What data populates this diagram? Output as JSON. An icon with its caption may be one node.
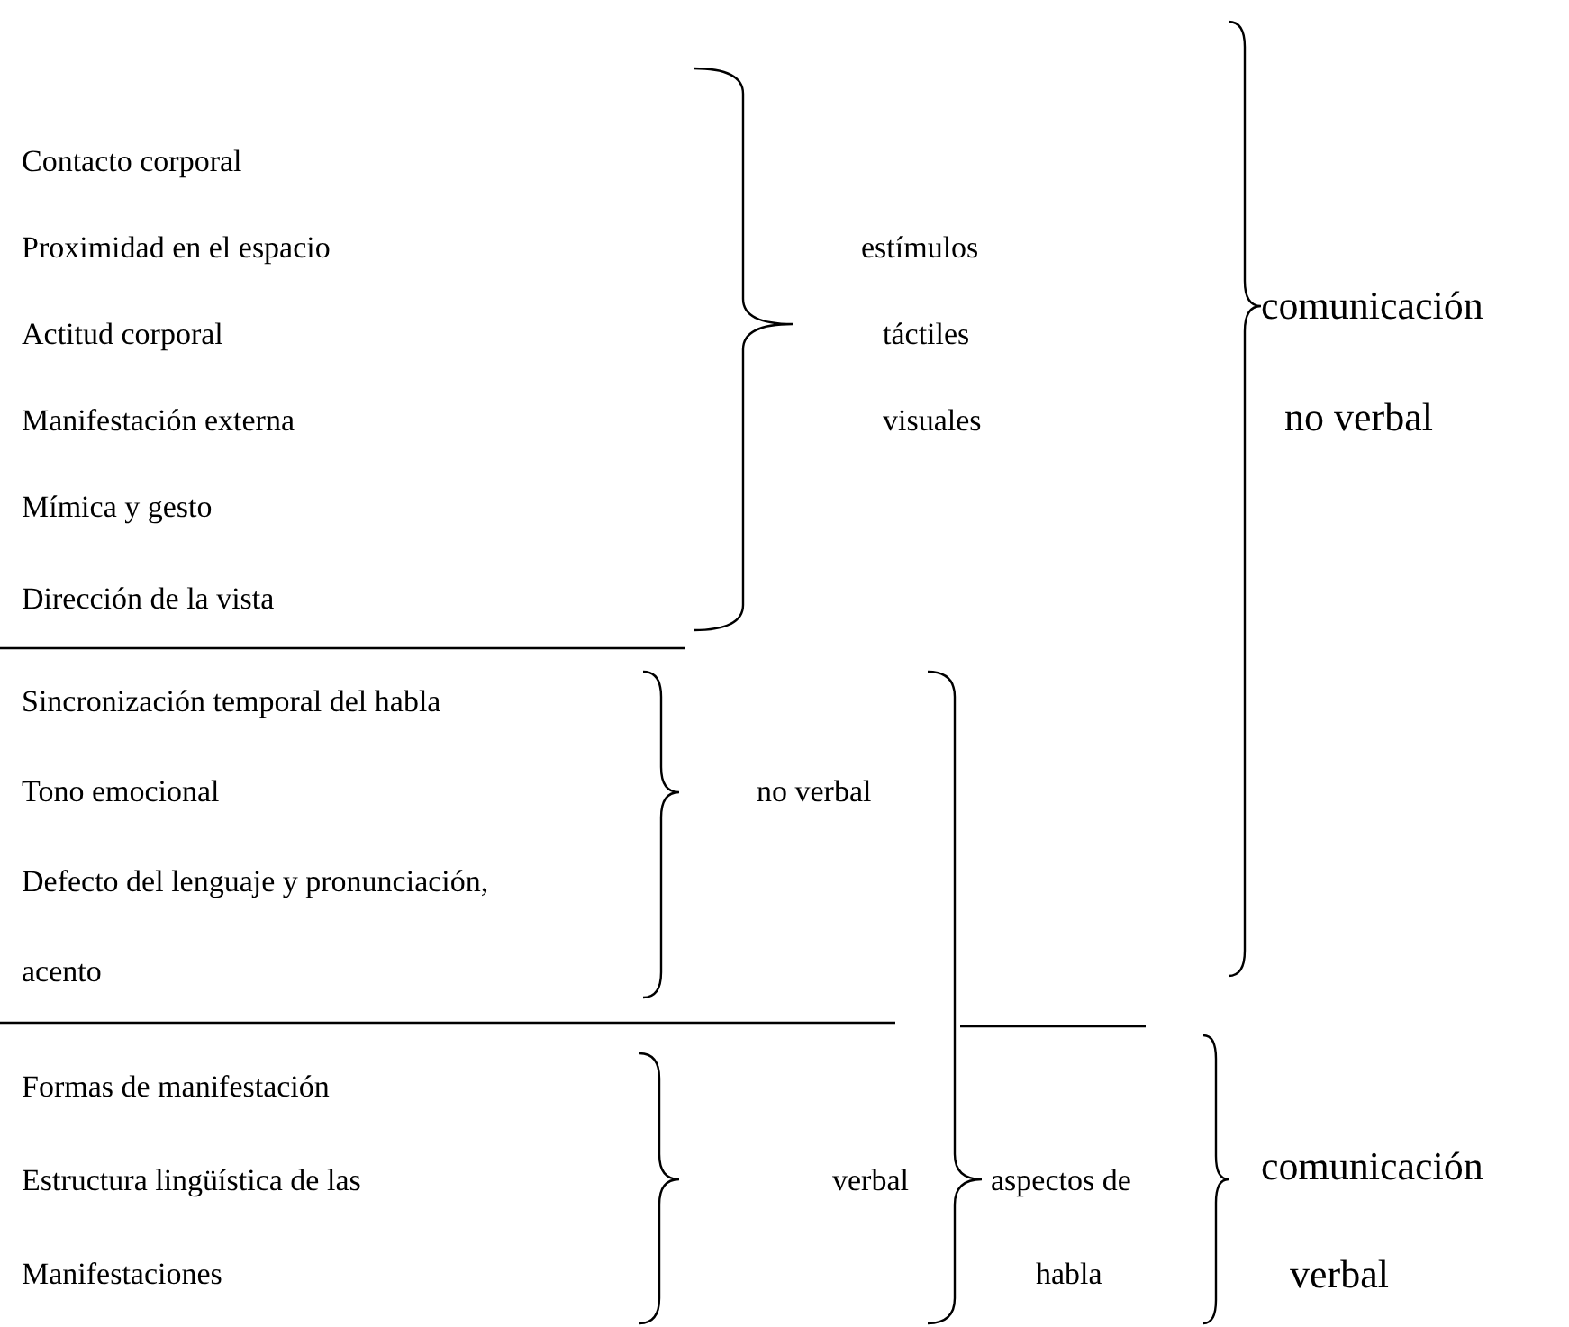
{
  "diagram": {
    "labels": [
      "Contacto corporal",
      "Proximidad en el espacio",
      "estímulos",
      "comunicación",
      "Actitud corporal",
      "táctiles",
      "Manifestación externa",
      "visuales",
      "no verbal",
      "Mímica y gesto",
      "Dirección de la vista",
      "Sincronización temporal del habla",
      "Tono emocional",
      "no verbal",
      "Defecto del lenguaje y pronunciación,",
      "acento",
      "Formas de manifestación",
      "comunicación",
      "Estructura lingüística de las",
      "verbal",
      "aspectos de",
      "Manifestaciones",
      "habla",
      "verbal"
    ]
  }
}
